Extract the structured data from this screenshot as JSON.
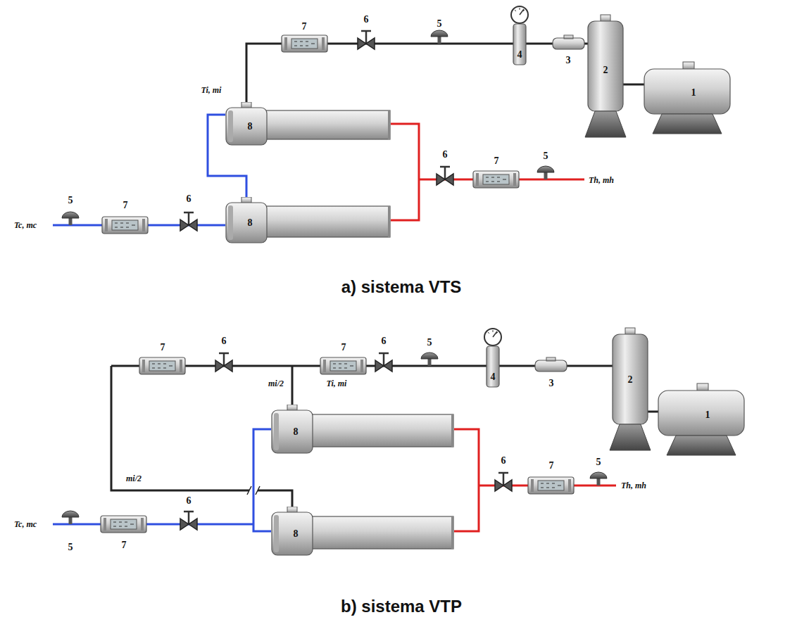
{
  "diagram": {
    "nodes": [
      {
        "text": [
          "8"
        ]
      },
      {
        "text": [
          "8"
        ]
      },
      {
        "text": [
          "8"
        ]
      },
      {
        "text": [
          "8"
        ]
      }
    ],
    "edges": [
      {
        "from": 0,
        "to": 1,
        "arrow": "none"
      },
      {
        "from": 0,
        "to": 1,
        "arrow": "none"
      },
      {
        "from": 2,
        "to": 3,
        "arrow": "none"
      },
      {
        "from": 2,
        "to": 3,
        "arrow": "none"
      }
    ],
    "labels": [
      "7",
      "6",
      "5",
      "4",
      "3",
      "2",
      "1",
      "Ti, mi",
      "5",
      "7",
      "6",
      "Tc, mc",
      "6",
      "7",
      "5",
      "Th, mh",
      "a) sistema VTS",
      "7",
      "6",
      "7",
      "6",
      "5",
      "4",
      "3",
      "2",
      "1",
      "mi/2",
      "Ti, mi",
      "mi/2",
      "5",
      "7",
      "6",
      "Tc, mc",
      "6",
      "7",
      "5",
      "Th, mh",
      "b) sistema VTP"
    ]
  }
}
